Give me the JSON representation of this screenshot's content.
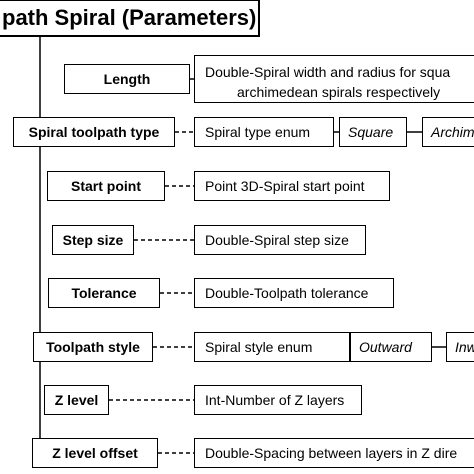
{
  "title": "path Spiral (Parameters)",
  "parameters": [
    {
      "name": "Length",
      "description": [
        "Double-Spiral width and radius for squa",
        "archimedean spirals respectively"
      ],
      "options": []
    },
    {
      "name": "Spiral toolpath type",
      "description": [
        "Spiral type enum"
      ],
      "options": [
        "Square",
        "Archim"
      ]
    },
    {
      "name": "Start point",
      "description": [
        "Point 3D-Spiral start point"
      ],
      "options": []
    },
    {
      "name": "Step size",
      "description": [
        "Double-Spiral step size"
      ],
      "options": []
    },
    {
      "name": "Tolerance",
      "description": [
        "Double-Toolpath tolerance"
      ],
      "options": []
    },
    {
      "name": "Toolpath style",
      "description": [
        "Spiral style enum"
      ],
      "options": [
        "Outward",
        "Inw"
      ]
    },
    {
      "name": "Z level",
      "description": [
        "Int-Number of Z layers"
      ],
      "options": []
    },
    {
      "name": "Z level offset",
      "description": [
        "Double-Spacing between layers in Z dire"
      ],
      "options": []
    }
  ]
}
